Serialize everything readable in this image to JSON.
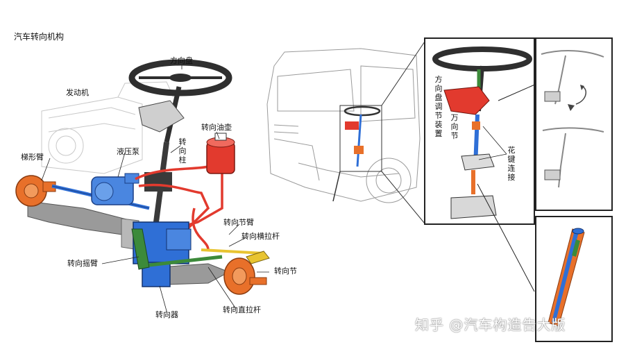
{
  "title": "汽车转向机构",
  "labels": {
    "steering_wheel": "方向盘",
    "engine": "发动机",
    "steering_column": "转向柱",
    "oil_reservoir": "转向油壶",
    "trapezoid_arm": "梯形臂",
    "hydraulic_pump": "液压泵",
    "knuckle_arm": "转向节臂",
    "tie_rod": "转向横拉杆",
    "pitman_arm": "转向摇臂",
    "knuckle": "转向节",
    "steering_gear": "转向器",
    "drag_link": "转向直拉杆",
    "wheel_adjust": "方向盘调节装置",
    "universal_joint": "万向节",
    "spline_joint": "花键连接"
  },
  "watermark": "知乎 @汽车构造告大版",
  "colors": {
    "blue": "#2f6fd6",
    "red": "#e23a2e",
    "orange": "#e8702a",
    "green": "#3c8a3a",
    "gray": "#8c8c8c",
    "dark": "#2f2f2f",
    "yellow": "#e8c431"
  }
}
